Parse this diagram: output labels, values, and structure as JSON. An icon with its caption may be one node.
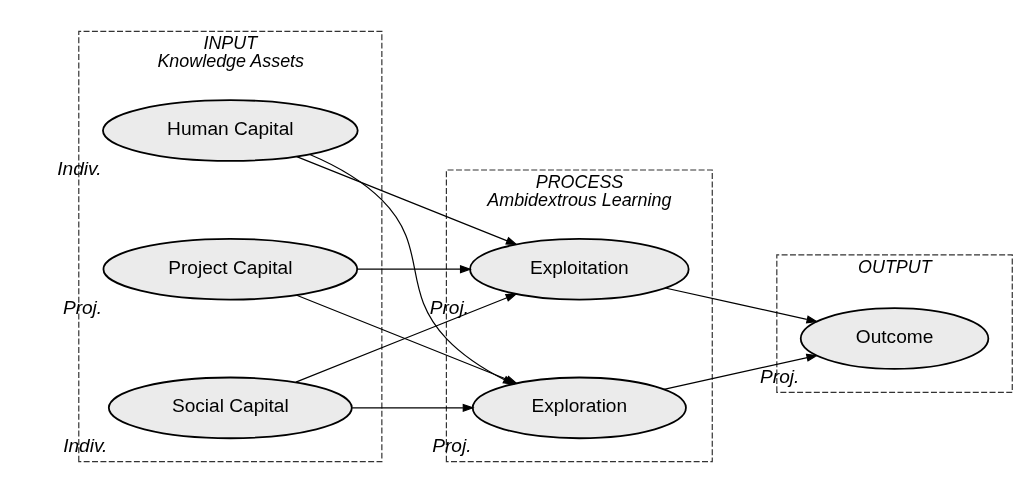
{
  "diagram": {
    "nodes": [
      {
        "text": [
          "INPUT",
          "Knowledge Assets"
        ]
      },
      {
        "text": [
          "Human Capital"
        ],
        "in": 0,
        "beside": [
          "Indiv."
        ]
      },
      {
        "text": [
          "Social Capital"
        ],
        "in": 0,
        "beside": [
          "Indiv."
        ]
      },
      {
        "text": [
          "Project Capital"
        ],
        "in": 0,
        "beside": [
          "Proj."
        ]
      },
      {
        "text": [
          "PROCESS",
          "Ambidextrous Learning"
        ]
      },
      {
        "text": [
          "Exploration"
        ],
        "in": 4,
        "beside": [
          "Proj."
        ]
      },
      {
        "text": [
          "Exploitation"
        ],
        "in": 4,
        "beside": [
          "Proj."
        ]
      },
      {
        "text": [
          "OUTPUT"
        ]
      },
      {
        "text": [
          "Outcome"
        ],
        "in": 7,
        "beside": [
          "Proj."
        ]
      }
    ],
    "edges": [
      {
        "from": 1,
        "to": 5,
        "arrow": "to"
      },
      {
        "from": 1,
        "to": 6,
        "arrow": "to"
      },
      {
        "from": 2,
        "to": 5,
        "arrow": "to"
      },
      {
        "from": 2,
        "to": 6,
        "arrow": "to"
      },
      {
        "from": 3,
        "to": 5,
        "arrow": "to"
      },
      {
        "from": 3,
        "to": 6,
        "arrow": "to"
      },
      {
        "from": 5,
        "to": 8,
        "arrow": "to"
      },
      {
        "from": 6,
        "to": 8,
        "arrow": "to"
      }
    ]
  }
}
